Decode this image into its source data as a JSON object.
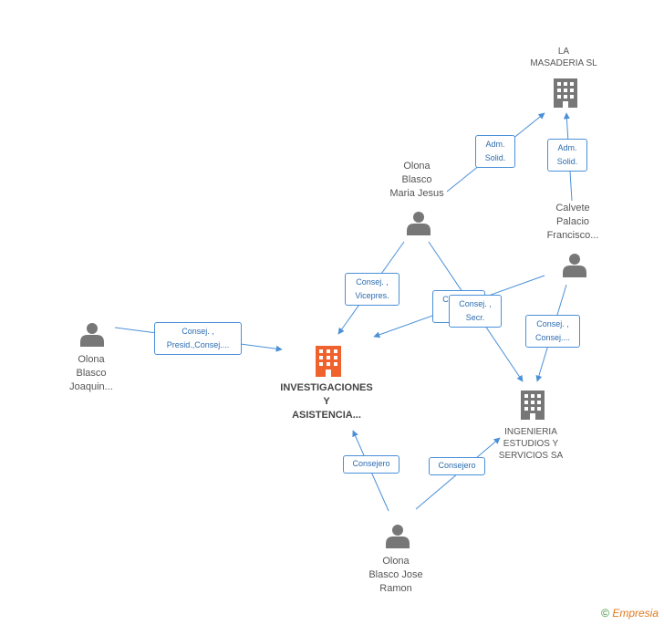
{
  "colors": {
    "edge": "#4a90d9",
    "person": "#777777",
    "company": "#777777",
    "main_company": "#f0622d"
  },
  "nodes": {
    "la_masaderia": {
      "label": "LA\nMASADERIA SL",
      "icon": "building-icon"
    },
    "maria_jesus": {
      "label": "Olona\nBlasco\nMaria Jesus",
      "icon": "person-icon"
    },
    "calvete": {
      "label": "Calvete\nPalacio\nFrancisco...",
      "icon": "person-icon"
    },
    "joaquin": {
      "label": "Olona\nBlasco\nJoaquin...",
      "icon": "person-icon"
    },
    "investigaciones": {
      "label": "INVESTIGACIONES\nY\nASISTENCIA...",
      "icon": "building-icon"
    },
    "ingenieria": {
      "label": "INGENIERIA\nESTUDIOS Y\nSERVICIOS SA",
      "icon": "building-icon"
    },
    "jose_ramon": {
      "label": "Olona\nBlasco Jose\nRamon",
      "icon": "person-icon"
    }
  },
  "edges": {
    "mj_lm": {
      "line1": "Adm.",
      "line2": "Solid."
    },
    "calvete_lm": {
      "line1": "Adm.",
      "line2": "Solid."
    },
    "mj_inv": {
      "line1": "Consej. ,",
      "line2": "Vicepres."
    },
    "calvete_inv": {
      "line1": "Consej. ,",
      "line2": ""
    },
    "mj_ing": {
      "line1": "Consej. ,",
      "line2": "Secr."
    },
    "calvete_ing": {
      "line1": "Consej. ,",
      "line2": "Consej...."
    },
    "joaquin_inv": {
      "line1": "Consej. ,",
      "line2": "Presid.,Consej...."
    },
    "jr_inv": {
      "line1": "Consejero",
      "line2": ""
    },
    "jr_ing": {
      "line1": "Consejero",
      "line2": ""
    }
  },
  "footer": {
    "copyright": "©",
    "brand": "Empresia"
  }
}
